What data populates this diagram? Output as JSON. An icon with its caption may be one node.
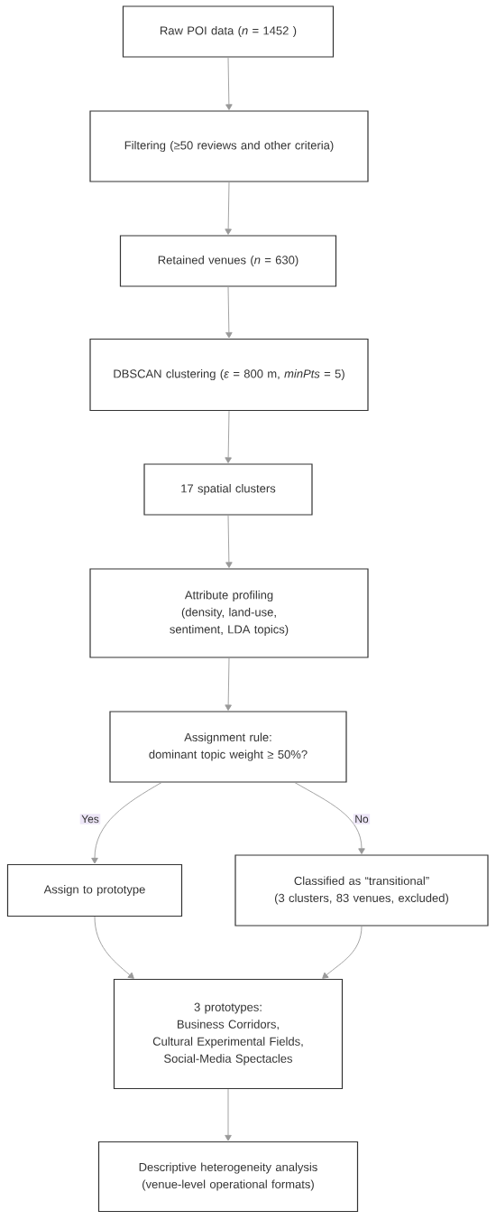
{
  "diagram": {
    "nodes": [
      {
        "text": [
          "Raw POI data (*n* = 1452 )"
        ]
      },
      {
        "text": [
          "Filtering (≥50 reviews and other criteria)"
        ]
      },
      {
        "text": [
          "Retained venues (*n* = 630)"
        ]
      },
      {
        "text": [
          "DBSCAN clustering (*ε* = 800 m, *minPts* = 5)"
        ]
      },
      {
        "text": [
          "17 spatial clusters"
        ]
      },
      {
        "text": [
          "Attribute profiling",
          "(density, land-use, sentiment, LDA topics)"
        ]
      },
      {
        "text": [
          "Assignment rule:",
          "dominant topic weight ≥ 50%?"
        ]
      },
      {
        "text": [
          "Assign to prototype"
        ]
      },
      {
        "text": [
          "Classified as “transitional”",
          "(3 clusters, 83 venues, excluded)"
        ]
      },
      {
        "text": [
          "3 prototypes:",
          "Business Corridors,",
          "Cultural Experimental Fields,",
          "Social-Media Spectacles"
        ]
      },
      {
        "text": [
          "Descriptive heterogeneity analysis",
          "(venue-level operational formats)"
        ]
      }
    ],
    "edges": [
      {
        "from": 0,
        "to": 1,
        "arrow": "to"
      },
      {
        "from": 1,
        "to": 2,
        "arrow": "to"
      },
      {
        "from": 2,
        "to": 3,
        "arrow": "to"
      },
      {
        "from": 3,
        "to": 4,
        "arrow": "to"
      },
      {
        "from": 4,
        "to": 5,
        "arrow": "to"
      },
      {
        "from": 5,
        "to": 6,
        "arrow": "to"
      },
      {
        "from": 6,
        "to": 7,
        "arrow": "to",
        "label": "Yes"
      },
      {
        "from": 6,
        "to": 8,
        "arrow": "to",
        "label": "No"
      },
      {
        "from": 7,
        "to": 9,
        "arrow": "to"
      },
      {
        "from": 8,
        "to": 9,
        "arrow": "to"
      },
      {
        "from": 9,
        "to": 10,
        "arrow": "to"
      }
    ]
  }
}
